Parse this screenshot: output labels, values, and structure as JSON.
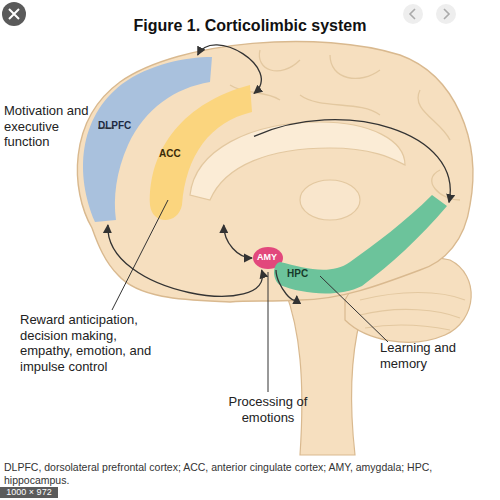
{
  "diagram": {
    "title": "Figure 1. Corticolimbic system",
    "caption": "DLPFC, dorsolateral prefrontal cortex; ACC, anterior cingulate cortex; AMY, amygdala; HPC, hippocampus.",
    "nodes": [
      {
        "text": [
          "DLPFC"
        ]
      },
      {
        "text": [
          "ACC"
        ]
      },
      {
        "text": [
          "AMY"
        ]
      },
      {
        "text": [
          "HPC"
        ]
      }
    ],
    "edges": [
      {
        "from": 0,
        "to": 1,
        "arrow": "both"
      },
      {
        "from": 1,
        "to": 2,
        "arrow": "both"
      },
      {
        "from": 2,
        "to": 3,
        "arrow": "to"
      },
      {
        "from": 1,
        "to": 3,
        "arrow": "to"
      },
      {
        "from": 0,
        "to": 2,
        "arrow": "both"
      }
    ],
    "labels": [
      "Motivation and executive function",
      "Reward anticipation, decision making, empathy, emotion, and impulse control",
      "Learning and memory",
      "Processing of emotions",
      "1000 × 972"
    ]
  }
}
